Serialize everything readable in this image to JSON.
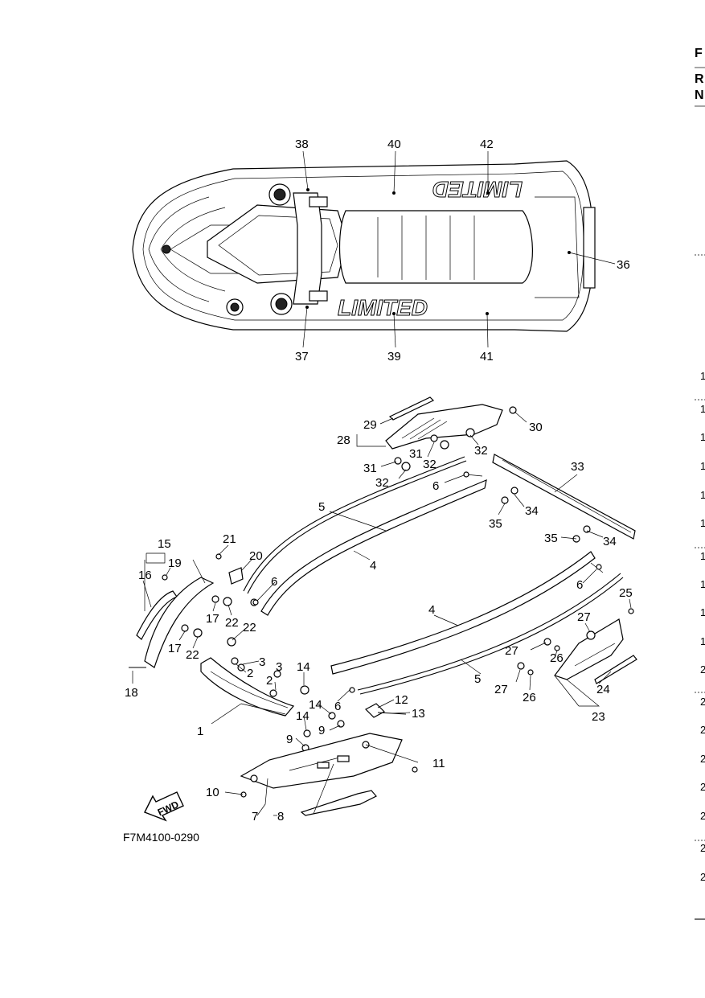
{
  "header": {
    "letters": [
      "F",
      "R",
      "N"
    ]
  },
  "figure_code": "F7M4100-0290",
  "fwd_arrow": {
    "text": "FWD",
    "icon": "fwd-arrow-icon"
  },
  "callouts": {
    "c38": "38",
    "c40": "40",
    "c42": "42",
    "c36": "36",
    "c37": "37",
    "c39": "39",
    "c41": "41",
    "c29": "29",
    "c30": "30",
    "c28": "28",
    "c31a": "31",
    "c32a": "32",
    "c31b": "31",
    "c32b": "32",
    "c32c": "32",
    "c33": "33",
    "c6a": "6",
    "c5a": "5",
    "c34a": "34",
    "c35a": "35",
    "c35b": "35",
    "c34b": "34",
    "c4a": "4",
    "c15": "15",
    "c21": "21",
    "c19": "19",
    "c20": "20",
    "c16": "16",
    "c6b": "6",
    "c17a": "17",
    "c22a": "22",
    "c22b": "22",
    "c17b": "17",
    "c22c": "22",
    "c3": "3",
    "c2a": "2",
    "c2b": "2",
    "c18": "18",
    "c14a": "14",
    "c6c": "6",
    "c4b": "4",
    "c25": "25",
    "c27a": "27",
    "c27b": "27",
    "c26a": "26",
    "c27c": "27",
    "c26b": "26",
    "c24": "24",
    "c23": "23",
    "c5b": "5",
    "c6d": "6",
    "c12": "12",
    "c13": "13",
    "c14b": "14",
    "c9a": "9",
    "c14c": "14",
    "c9b": "9",
    "c1": "1",
    "c11": "11",
    "c10": "10",
    "c7": "7",
    "c8": "8"
  },
  "right_margin_numbers": [
    "1",
    "1",
    "1",
    "1",
    "1",
    "1",
    "1",
    "1",
    "1",
    "1",
    "2",
    "2",
    "2",
    "2",
    "2",
    "2",
    "2",
    "2"
  ],
  "hull_decal_text": "LIMITED"
}
